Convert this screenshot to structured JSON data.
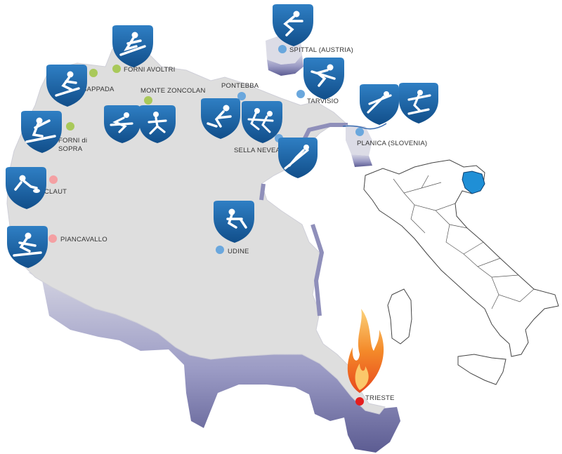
{
  "colors": {
    "region_fill": "#dedede",
    "region_edge_top": "#c8c8d4",
    "region_shadow": "#6e6ea2",
    "badge": "#1c63a6",
    "badge_dark": "#0f4b86",
    "venue_blue": "#6aa7dd",
    "venue_green": "#a9c95a",
    "venue_pink": "#f4a0a3",
    "venue_red": "#e41e1e",
    "italy_highlight": "#1f8fd6",
    "flame_outer": "#ef7a22",
    "flame_inner": "#f7b045"
  },
  "venues": [
    {
      "id": "spittal",
      "name": "SPITTAL (AUSTRIA)",
      "color": "blue"
    },
    {
      "id": "forni-avoltri",
      "name": "FORNI AVOLTRI",
      "color": "green"
    },
    {
      "id": "sappada",
      "name": "SAPPADA",
      "color": "green"
    },
    {
      "id": "monte-zoncolan",
      "name": "MONTE  ZONCOLAN",
      "color": "green"
    },
    {
      "id": "pontebba",
      "name": "PONTEBBA",
      "color": "blue"
    },
    {
      "id": "tarvisio",
      "name": "TARVISIO",
      "color": "blue"
    },
    {
      "id": "forni-di-sopra",
      "name_lines": [
        "FORNI di",
        "SOPRA"
      ],
      "color": "green"
    },
    {
      "id": "sella-nevea",
      "name": "SELLA NEVEA",
      "color": "blue"
    },
    {
      "id": "planica",
      "name": "PLANICA (SLOVENIA)",
      "color": "blue"
    },
    {
      "id": "claut",
      "name": "CLAUT",
      "color": "pink"
    },
    {
      "id": "piancavallo",
      "name": "PIANCAVALLO",
      "color": "pink"
    },
    {
      "id": "udine",
      "name": "UDINE",
      "color": "blue"
    },
    {
      "id": "trieste",
      "name": "TRIESTE",
      "color": "red"
    }
  ],
  "sport_icons": [
    "cross-country-skiing",
    "alpine-skiing",
    "biathlon",
    "short-track",
    "snowboard",
    "ice-hockey",
    "speed-skating",
    "figure-skating",
    "ski-jumping",
    "nordic-combined",
    "freestyle-skiing",
    "curling",
    "skeleton"
  ],
  "inset_map": {
    "country": "Italy",
    "highlighted_region": "Friuli Venezia Giulia"
  },
  "torch": {
    "venue": "TRIESTE",
    "icon": "flame-icon"
  }
}
